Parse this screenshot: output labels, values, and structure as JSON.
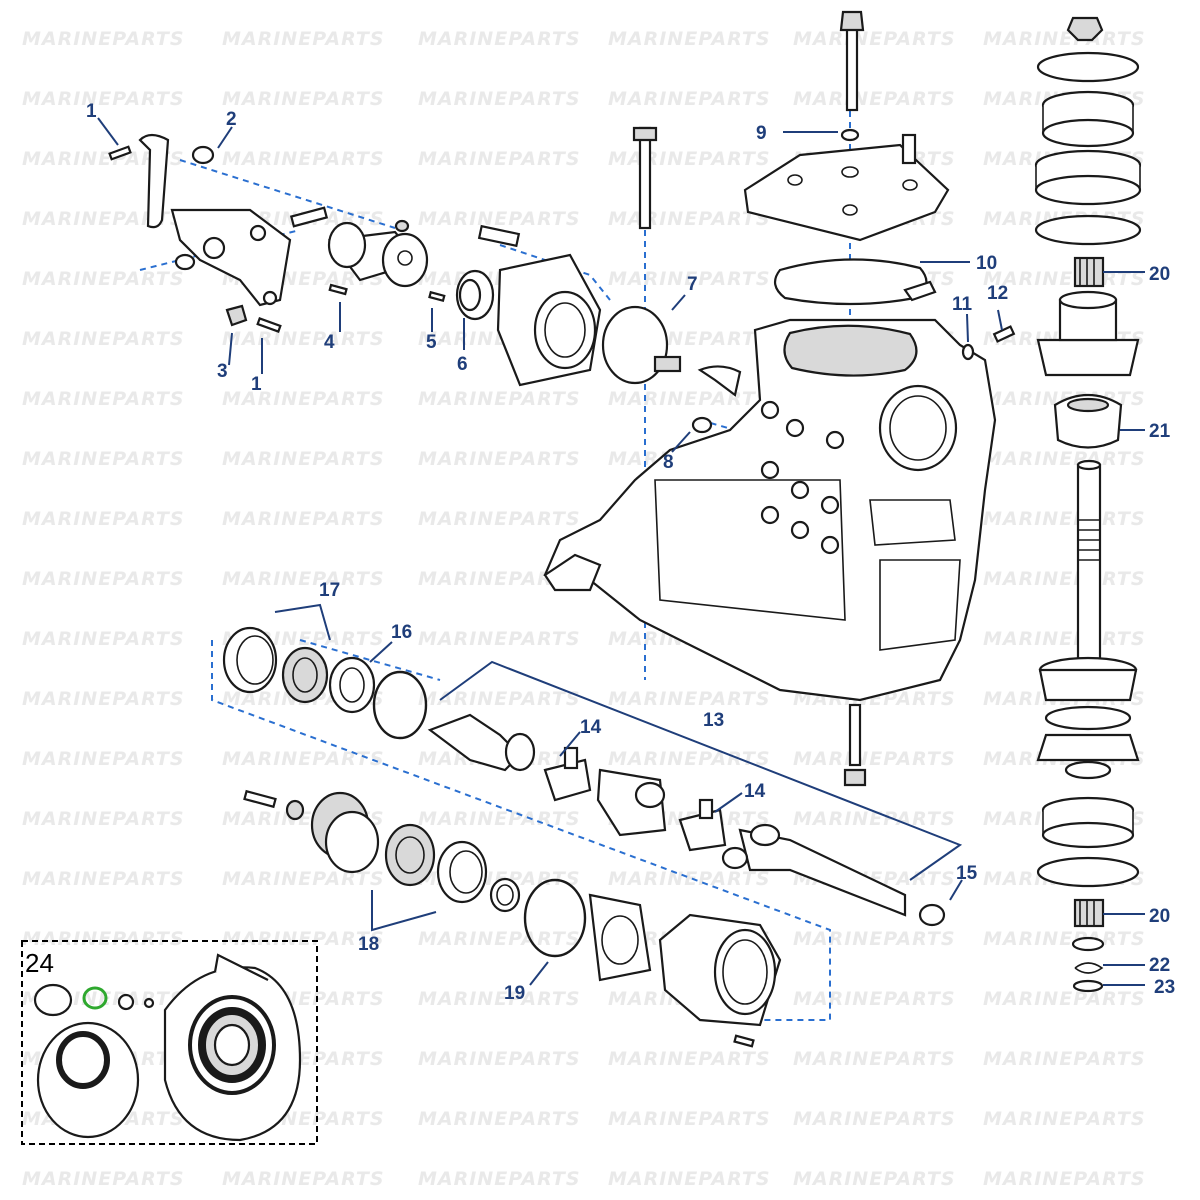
{
  "watermark": "MARINEPARTS",
  "inset": {
    "label": "24",
    "highlight_color": "#2ea82e"
  },
  "callouts": [
    "1",
    "2",
    "3",
    "1",
    "4",
    "5",
    "6",
    "7",
    "8",
    "9",
    "10",
    "11",
    "12",
    "13",
    "14",
    "14",
    "15",
    "16",
    "17",
    "18",
    "19",
    "20",
    "21",
    "20",
    "22",
    "23"
  ],
  "colors": {
    "leader": "#1f3e7a",
    "dashed_guide": "#2a6fd0",
    "outline": "#1a1a1a"
  },
  "icons": [
    "bolt",
    "washer",
    "bracket",
    "bearing",
    "oring",
    "seal",
    "gear",
    "shaft",
    "housing",
    "gasket",
    "universal-joint"
  ]
}
